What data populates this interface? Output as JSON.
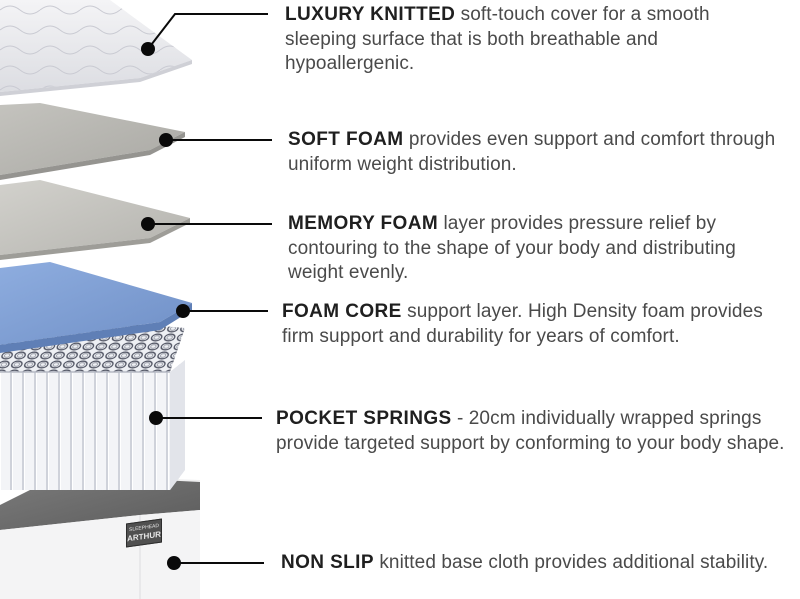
{
  "layers": [
    {
      "id": "luxury-knitted",
      "title": "LUXURY KNITTED",
      "text": " soft-touch cover for a smooth sleeping surface that is both breathable and hypoallergenic."
    },
    {
      "id": "soft-foam",
      "title": "SOFT FOAM",
      "text": " provides even support and comfort through uniform weight distribution."
    },
    {
      "id": "memory-foam",
      "title": "MEMORY FOAM",
      "text": " layer provides pressure relief by contouring to the shape of your body and distributing weight evenly."
    },
    {
      "id": "foam-core",
      "title": "FOAM CORE",
      "text": " support layer. High Density foam provides firm support and durability for years of comfort."
    },
    {
      "id": "pocket-springs",
      "title": "POCKET SPRINGS",
      "text": " - 20cm individually wrapped springs provide targeted support by conforming to your body shape."
    },
    {
      "id": "non-slip",
      "title": "NON SLIP",
      "text": " knitted base cloth provides additional stability."
    }
  ],
  "brand_label": {
    "small": "SLEEPHEAD",
    "big": "ARTHUR"
  },
  "colors": {
    "title": "#1f1f1f",
    "body_text": "#4a4a4a",
    "marker": "#0a0a0a",
    "foam_core": "#7f9fd3",
    "grey_foam": "#b7b6b1",
    "base_grey": "#6f6f6f"
  }
}
